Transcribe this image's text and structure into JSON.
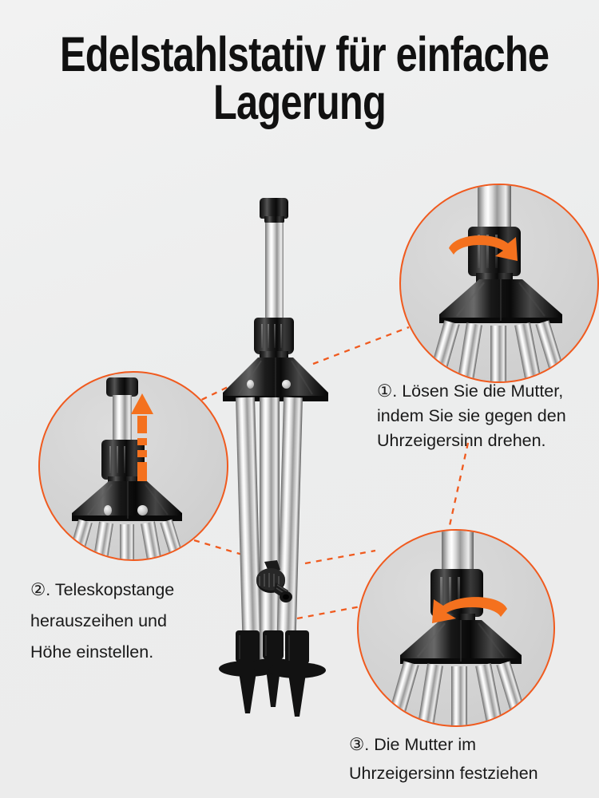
{
  "page": {
    "background_color": "#efefef",
    "accent_color": "#f05a1e",
    "arrow_color": "#f4711e",
    "text_color": "#1a1a1a"
  },
  "title": {
    "line1": "Edelstahlstativ für einfache",
    "line2": "Lagerung"
  },
  "callouts": [
    {
      "id": "callout-1",
      "marker": "①",
      "line1": "①. Lösen Sie die Mutter,",
      "line2": "indem Sie sie gegen den",
      "line3": "Uhrzeigersinn drehen."
    },
    {
      "id": "callout-2",
      "marker": "②",
      "line1": "②. Teleskopstange",
      "line2": "herauszeihen und",
      "line3": "Höhe einstellen."
    },
    {
      "id": "callout-3",
      "marker": "③",
      "line1": "③. Die Mutter im",
      "line2": "Uhrzeigersinn festziehen",
      "line3": ""
    }
  ],
  "zoom_circles": [
    {
      "id": "zoom-circle-top-right",
      "arrow": "curved-arrow-right",
      "meaning": "loosen-nut-counterclockwise"
    },
    {
      "id": "zoom-circle-left",
      "arrow": "dashed-arrow-up",
      "meaning": "extend-telescopic-pole"
    },
    {
      "id": "zoom-circle-bottom-right",
      "arrow": "curved-arrow-left",
      "meaning": "tighten-nut-clockwise"
    }
  ],
  "product": {
    "name": "stainless-steel-tripod-sprinkler-stand",
    "parts": [
      "end-cap",
      "telescopic-chrome-pole",
      "knurled-collar-nut",
      "black-tripod-hub",
      "chrome-legs",
      "ground-spike-feet",
      "hose-connector"
    ]
  }
}
